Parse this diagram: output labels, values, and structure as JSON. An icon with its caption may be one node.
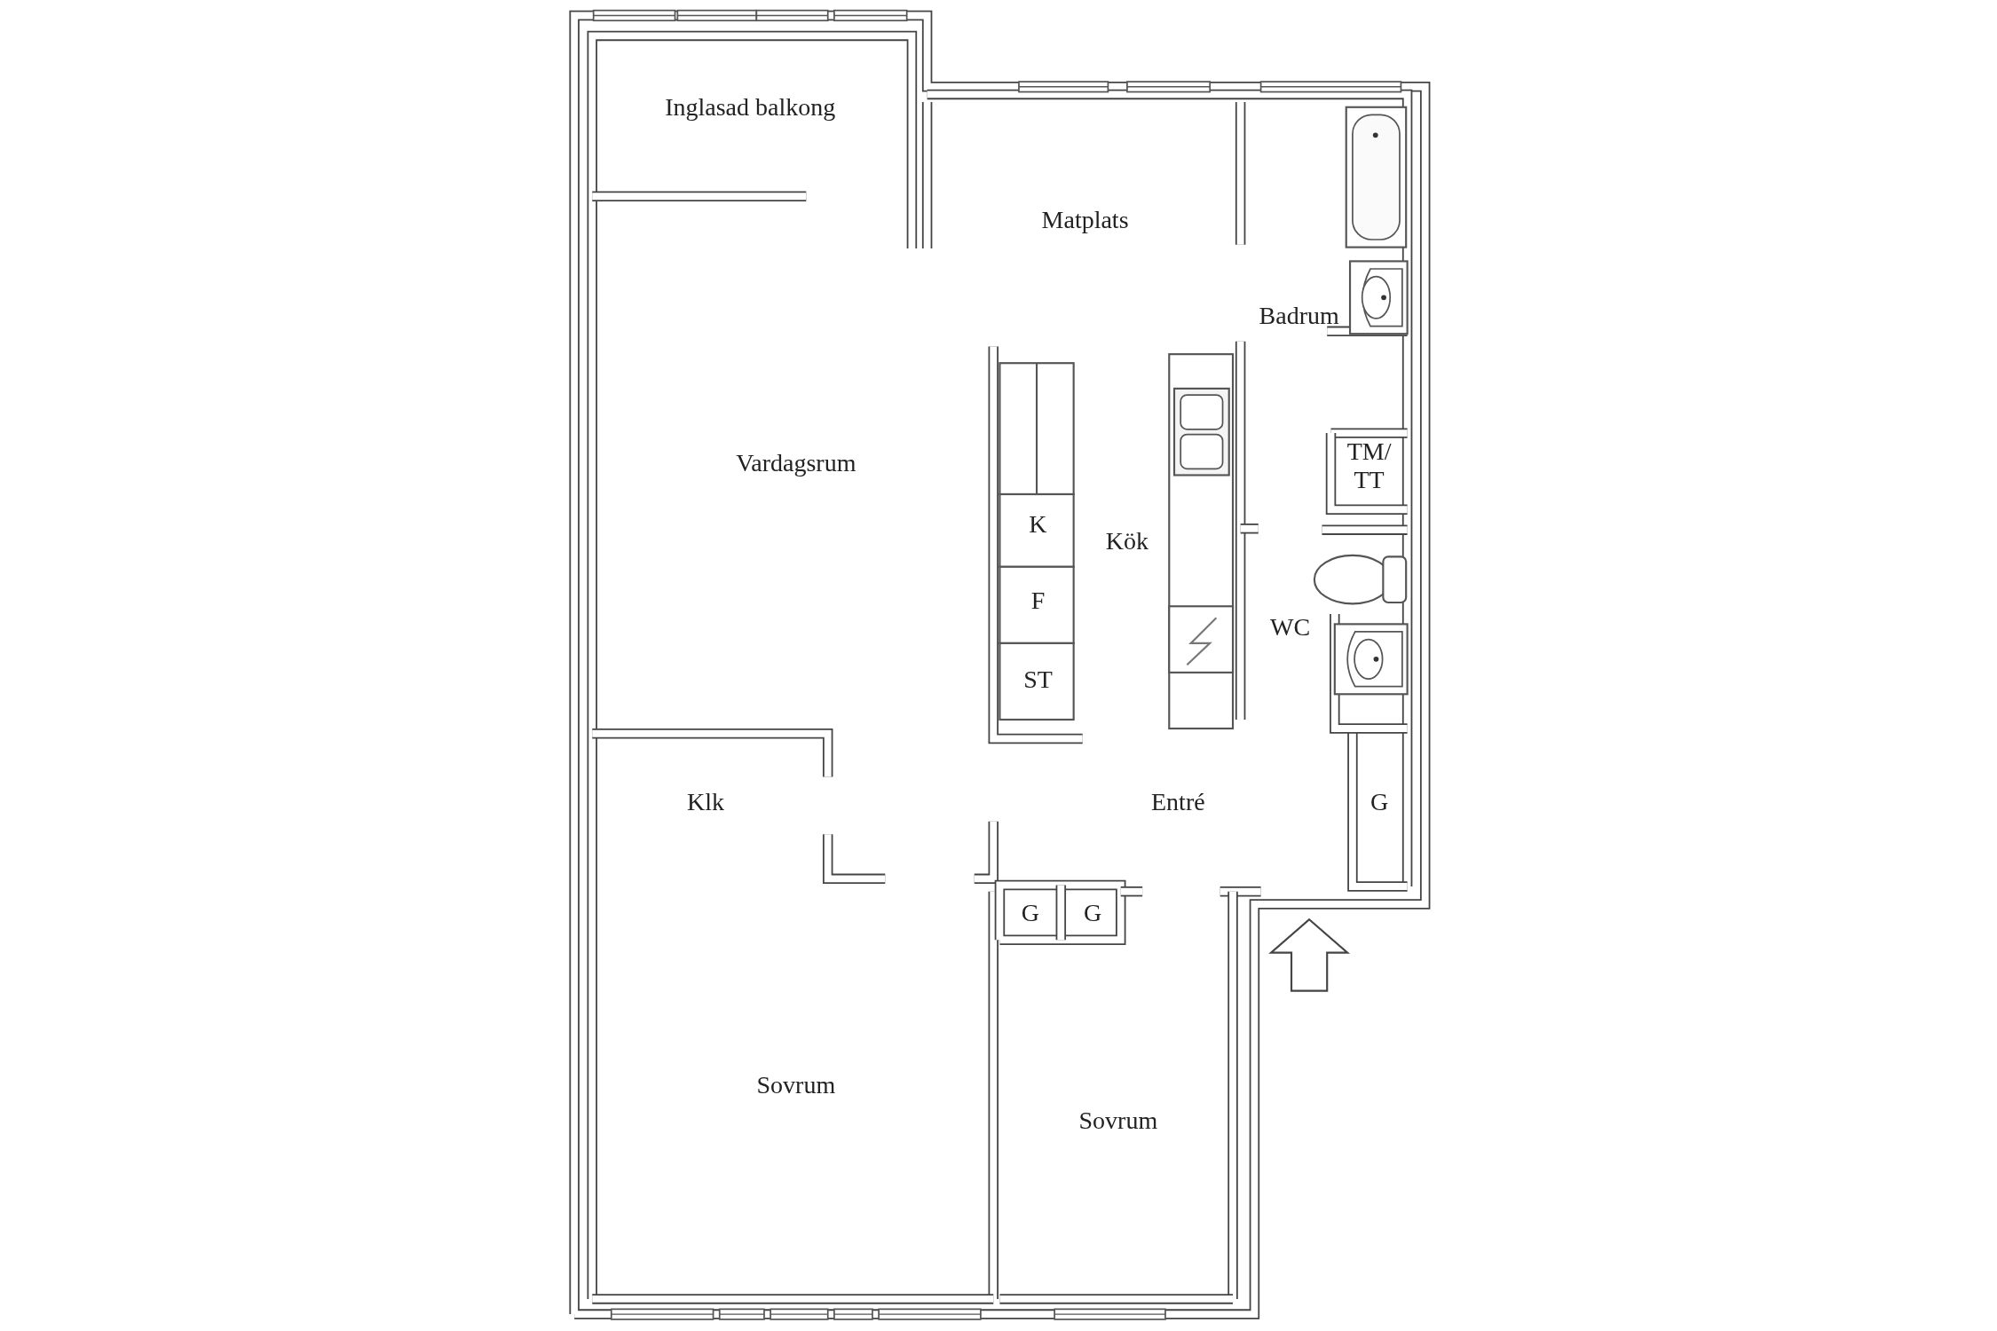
{
  "diagram": {
    "labels": [
      "Inglasad balkong",
      "Matplats",
      "Badrum",
      "Vardagsrum",
      "TM/ TT",
      "K",
      "Kök",
      "F",
      "WC",
      "ST",
      "Klk",
      "Entré",
      "G",
      "G",
      "G",
      "Sovrum",
      "Sovrum"
    ]
  }
}
